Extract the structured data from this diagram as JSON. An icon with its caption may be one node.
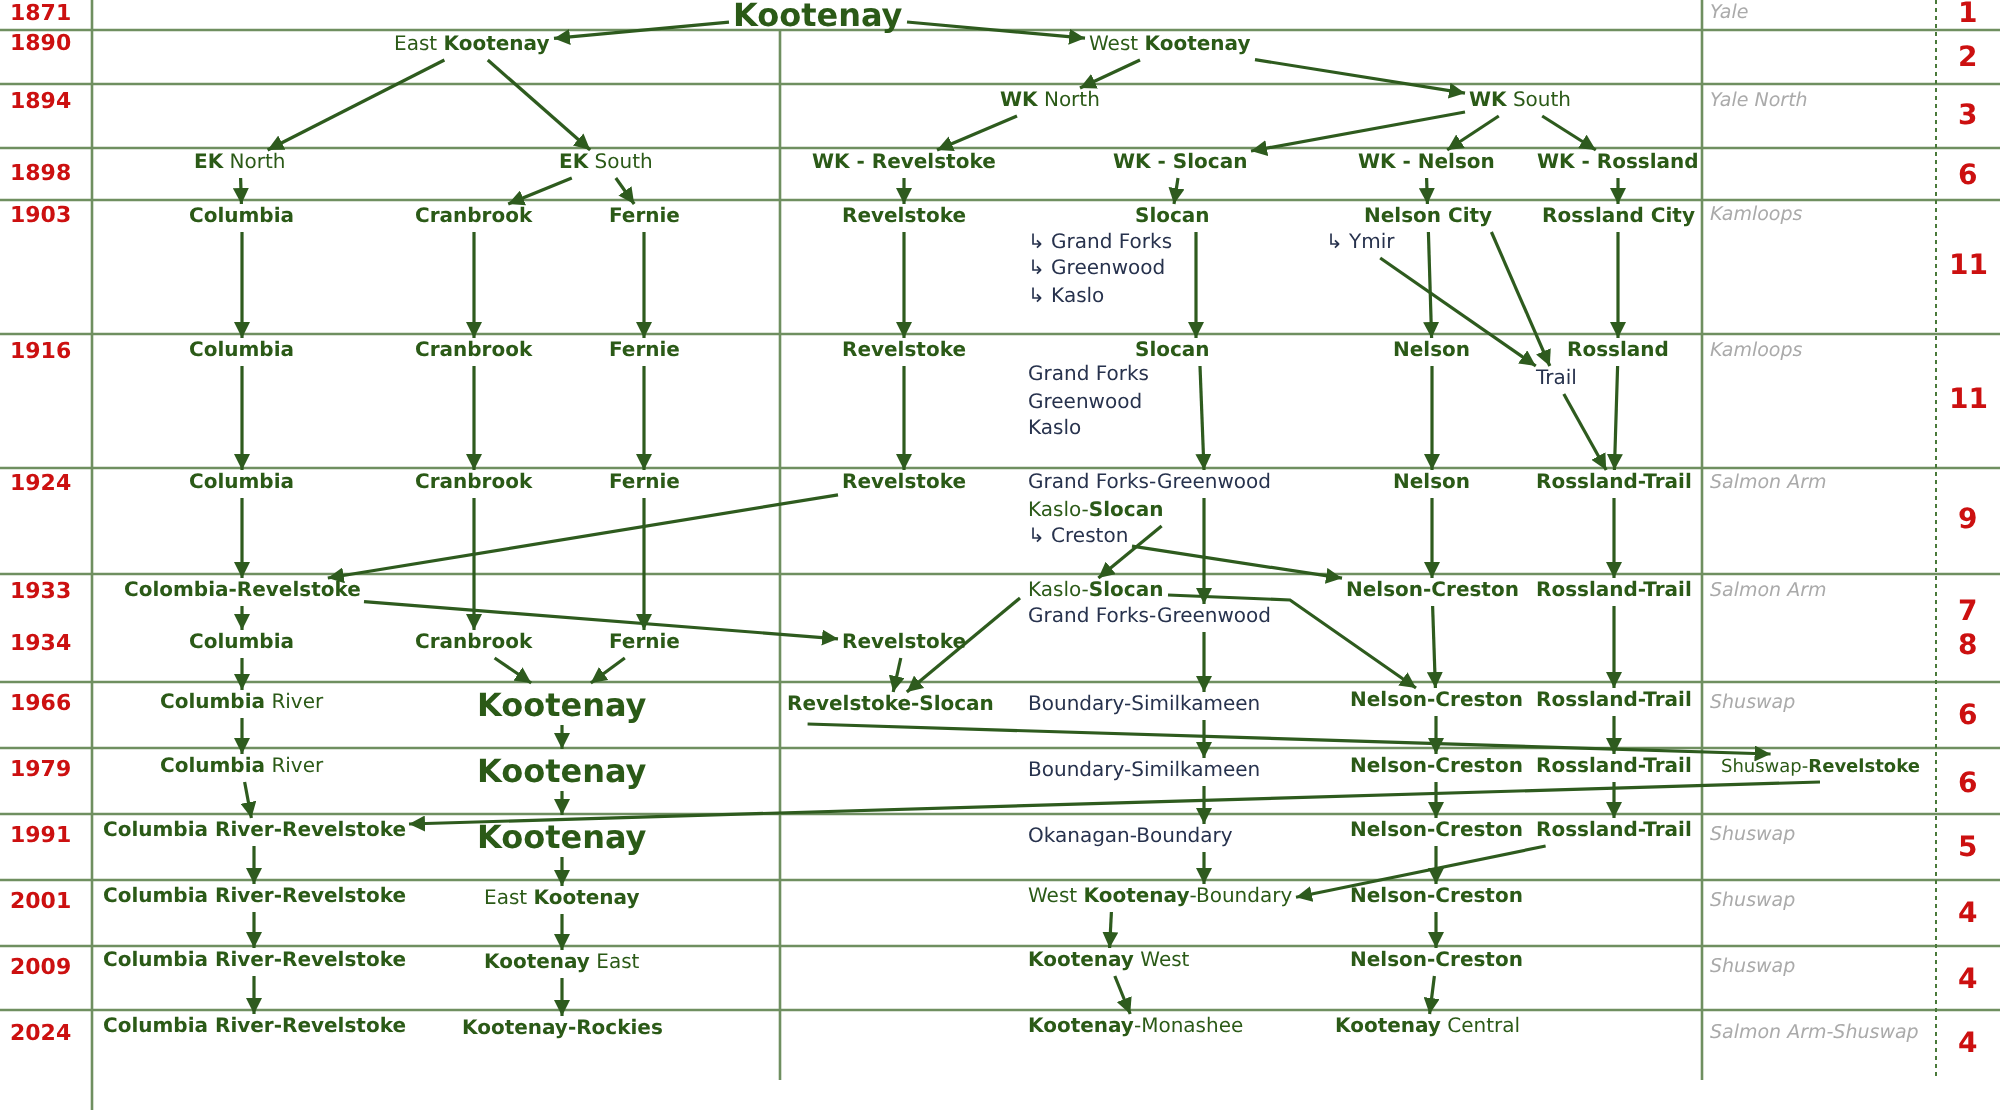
{
  "diagram": {
    "nodes": [
      {
        "text": [
          "Kootenay"
        ]
      },
      {
        "text": [
          "East **Kootenay**"
        ]
      },
      {
        "text": [
          "West **Kootenay**"
        ]
      },
      {
        "text": [
          "**WK** North"
        ]
      },
      {
        "text": [
          "**WK** South"
        ]
      },
      {
        "text": [
          "**EK** North"
        ]
      },
      {
        "text": [
          "**EK** South"
        ]
      },
      {
        "text": [
          "WK - Revelstoke"
        ]
      },
      {
        "text": [
          "WK - Slocan"
        ]
      },
      {
        "text": [
          "WK - Nelson"
        ]
      },
      {
        "text": [
          "WK - Rossland"
        ]
      },
      {
        "text": [
          "Columbia"
        ]
      },
      {
        "text": [
          "Cranbrook"
        ]
      },
      {
        "text": [
          "Fernie"
        ]
      },
      {
        "text": [
          "Revelstoke"
        ]
      },
      {
        "text": [
          "Slocan"
        ]
      },
      {
        "text": [
          "Nelson City"
        ]
      },
      {
        "text": [
          "↳ Ymir"
        ]
      },
      {
        "text": [
          "Rossland City"
        ]
      },
      {
        "text": [
          "Columbia"
        ]
      },
      {
        "text": [
          "Cranbrook"
        ]
      },
      {
        "text": [
          "Fernie"
        ]
      },
      {
        "text": [
          "Revelstoke"
        ]
      },
      {
        "text": [
          "Slocan"
        ]
      },
      {
        "text": [
          "Nelson"
        ]
      },
      {
        "text": [
          "Trail"
        ]
      },
      {
        "text": [
          "Rossland"
        ]
      },
      {
        "text": [
          "Columbia"
        ]
      },
      {
        "text": [
          "Cranbrook"
        ]
      },
      {
        "text": [
          "Fernie"
        ]
      },
      {
        "text": [
          "Revelstoke"
        ]
      },
      {
        "text": [
          "Grand Forks-Greenwood"
        ]
      },
      {
        "text": [
          "Kaslo-**Slocan**"
        ]
      },
      {
        "text": [
          "↳ Creston"
        ]
      },
      {
        "text": [
          "Nelson"
        ]
      },
      {
        "text": [
          "Rossland-Trail"
        ]
      },
      {
        "text": [
          "Colombia-Revelstoke"
        ]
      },
      {
        "text": [
          "Kaslo-**Slocan**"
        ]
      },
      {
        "text": [
          "Nelson-Creston"
        ]
      },
      {
        "text": [
          "Rossland-Trail"
        ]
      },
      {
        "text": [
          "Grand Forks-Greenwood"
        ]
      },
      {
        "text": [
          "Columbia"
        ]
      },
      {
        "text": [
          "Cranbrook"
        ]
      },
      {
        "text": [
          "Fernie"
        ]
      },
      {
        "text": [
          "Revelstoke"
        ]
      },
      {
        "text": [
          "**Columbia** River"
        ]
      },
      {
        "text": [
          "Kootenay"
        ]
      },
      {
        "text": [
          "Revelstoke-Slocan"
        ]
      },
      {
        "text": [
          "Boundary-Similkameen"
        ]
      },
      {
        "text": [
          "Nelson-Creston"
        ]
      },
      {
        "text": [
          "Rossland-Trail"
        ]
      },
      {
        "text": [
          "**Columbia** River"
        ]
      },
      {
        "text": [
          "Kootenay"
        ]
      },
      {
        "text": [
          "Boundary-Similkameen"
        ]
      },
      {
        "text": [
          "Nelson-Creston"
        ]
      },
      {
        "text": [
          "Rossland-Trail"
        ]
      },
      {
        "text": [
          "Shuswap-**Revelstoke**"
        ]
      },
      {
        "text": [
          "Columbia River-Revelstoke"
        ]
      },
      {
        "text": [
          "Kootenay"
        ]
      },
      {
        "text": [
          "Okanagan-Boundary"
        ]
      },
      {
        "text": [
          "Nelson-Creston"
        ]
      },
      {
        "text": [
          "Rossland-Trail"
        ]
      },
      {
        "text": [
          "Columbia River-Revelstoke"
        ]
      },
      {
        "text": [
          "East **Kootenay**"
        ]
      },
      {
        "text": [
          "West **Kootenay**-Boundary"
        ]
      },
      {
        "text": [
          "Nelson-Creston"
        ]
      },
      {
        "text": [
          "Columbia River-Revelstoke"
        ]
      },
      {
        "text": [
          "**Kootenay** East"
        ]
      },
      {
        "text": [
          "**Kootenay** West"
        ]
      },
      {
        "text": [
          "Nelson-Creston"
        ]
      },
      {
        "text": [
          "Columbia River-Revelstoke"
        ]
      },
      {
        "text": [
          "Kootenay-Rockies"
        ]
      },
      {
        "text": [
          "**Kootenay**-Monashee"
        ]
      },
      {
        "text": [
          "**Kootenay** Central"
        ]
      }
    ],
    "edges": [
      {
        "from": 0,
        "to": 1,
        "arrow": "to"
      },
      {
        "from": 0,
        "to": 2,
        "arrow": "to"
      },
      {
        "from": 1,
        "to": 5,
        "arrow": "to"
      },
      {
        "from": 1,
        "to": 6,
        "arrow": "to"
      },
      {
        "from": 2,
        "to": 3,
        "arrow": "to"
      },
      {
        "from": 2,
        "to": 4,
        "arrow": "to"
      },
      {
        "from": 3,
        "to": 7,
        "arrow": "to"
      },
      {
        "from": 4,
        "to": 8,
        "arrow": "to"
      },
      {
        "from": 4,
        "to": 9,
        "arrow": "to"
      },
      {
        "from": 4,
        "to": 10,
        "arrow": "to"
      },
      {
        "from": 5,
        "to": 11,
        "arrow": "to"
      },
      {
        "from": 6,
        "to": 12,
        "arrow": "to"
      },
      {
        "from": 6,
        "to": 13,
        "arrow": "to"
      },
      {
        "from": 7,
        "to": 14,
        "arrow": "to"
      },
      {
        "from": 8,
        "to": 15,
        "arrow": "to"
      },
      {
        "from": 9,
        "to": 16,
        "arrow": "to"
      },
      {
        "from": 10,
        "to": 18,
        "arrow": "to"
      },
      {
        "from": 11,
        "to": 19,
        "arrow": "to"
      },
      {
        "from": 12,
        "to": 20,
        "arrow": "to"
      },
      {
        "from": 13,
        "to": 21,
        "arrow": "to"
      },
      {
        "from": 14,
        "to": 22,
        "arrow": "to"
      },
      {
        "from": 15,
        "to": 23,
        "arrow": "to"
      },
      {
        "from": 16,
        "to": 24,
        "arrow": "to"
      },
      {
        "from": 16,
        "to": 25,
        "arrow": "to"
      },
      {
        "from": 17,
        "to": 25,
        "arrow": "to"
      },
      {
        "from": 18,
        "to": 26,
        "arrow": "to"
      },
      {
        "from": 19,
        "to": 27,
        "arrow": "to"
      },
      {
        "from": 20,
        "to": 28,
        "arrow": "to"
      },
      {
        "from": 21,
        "to": 29,
        "arrow": "to"
      },
      {
        "from": 22,
        "to": 30,
        "arrow": "to"
      },
      {
        "from": 23,
        "to": 31,
        "arrow": "to"
      },
      {
        "from": 24,
        "to": 34,
        "arrow": "to"
      },
      {
        "from": 26,
        "to": 35,
        "arrow": "to"
      },
      {
        "from": 25,
        "to": 35,
        "arrow": "to"
      },
      {
        "from": 27,
        "to": 36,
        "arrow": "to"
      },
      {
        "from": 30,
        "to": 36,
        "arrow": "to"
      },
      {
        "from": 28,
        "to": 42,
        "arrow": "to"
      },
      {
        "from": 29,
        "to": 43,
        "arrow": "to"
      },
      {
        "from": 31,
        "to": 40,
        "arrow": "to"
      },
      {
        "from": 32,
        "to": 37,
        "arrow": "to"
      },
      {
        "from": 33,
        "to": 38,
        "arrow": "to"
      },
      {
        "from": 34,
        "to": 38,
        "arrow": "to"
      },
      {
        "from": 35,
        "to": 39,
        "arrow": "to"
      },
      {
        "from": 36,
        "to": 41,
        "arrow": "to"
      },
      {
        "from": 36,
        "to": 44,
        "arrow": "to"
      },
      {
        "from": 41,
        "to": 45,
        "arrow": "to"
      },
      {
        "from": 42,
        "to": 46,
        "arrow": "to"
      },
      {
        "from": 43,
        "to": 46,
        "arrow": "to"
      },
      {
        "from": 44,
        "to": 47,
        "arrow": "to"
      },
      {
        "from": 37,
        "to": 47,
        "arrow": "to"
      },
      {
        "from": 37,
        "to": 49,
        "arrow": "to"
      },
      {
        "from": 40,
        "to": 48,
        "arrow": "to"
      },
      {
        "from": 38,
        "to": 49,
        "arrow": "to"
      },
      {
        "from": 39,
        "to": 50,
        "arrow": "to"
      },
      {
        "from": 45,
        "to": 51,
        "arrow": "to"
      },
      {
        "from": 46,
        "to": 52,
        "arrow": "to"
      },
      {
        "from": 47,
        "to": 56,
        "arrow": "to"
      },
      {
        "from": 48,
        "to": 53,
        "arrow": "to"
      },
      {
        "from": 49,
        "to": 54,
        "arrow": "to"
      },
      {
        "from": 50,
        "to": 55,
        "arrow": "to"
      },
      {
        "from": 51,
        "to": 57,
        "arrow": "to"
      },
      {
        "from": 56,
        "to": 57,
        "arrow": "to"
      },
      {
        "from": 52,
        "to": 58,
        "arrow": "to"
      },
      {
        "from": 53,
        "to": 59,
        "arrow": "to"
      },
      {
        "from": 54,
        "to": 60,
        "arrow": "to"
      },
      {
        "from": 55,
        "to": 61,
        "arrow": "to"
      },
      {
        "from": 57,
        "to": 62,
        "arrow": "to"
      },
      {
        "from": 58,
        "to": 63,
        "arrow": "to"
      },
      {
        "from": 59,
        "to": 64,
        "arrow": "to"
      },
      {
        "from": 61,
        "to": 64,
        "arrow": "to"
      },
      {
        "from": 60,
        "to": 65,
        "arrow": "to"
      },
      {
        "from": 62,
        "to": 66,
        "arrow": "to"
      },
      {
        "from": 63,
        "to": 67,
        "arrow": "to"
      },
      {
        "from": 64,
        "to": 68,
        "arrow": "to"
      },
      {
        "from": 65,
        "to": 69,
        "arrow": "to"
      },
      {
        "from": 66,
        "to": 70,
        "arrow": "to"
      },
      {
        "from": 67,
        "to": 71,
        "arrow": "to"
      },
      {
        "from": 68,
        "to": 72,
        "arrow": "to"
      },
      {
        "from": 69,
        "to": 73,
        "arrow": "to"
      }
    ],
    "labels": [
      "1871",
      "Yale",
      "1",
      "1890",
      "2",
      "1894",
      "Yale North",
      "3",
      "1898",
      "6",
      "1903",
      "Kamloops",
      "11",
      "↳ Grand Forks",
      "↳ Greenwood",
      "↳ Kaslo",
      "1916",
      "Kamloops",
      "11",
      "Grand Forks",
      "Greenwood",
      "Kaslo",
      "1924",
      "Salmon Arm",
      "9",
      "1933",
      "Salmon Arm",
      "7",
      "1934",
      "8",
      "1966",
      "Shuswap",
      "6",
      "1979",
      "6",
      "1991",
      "Shuswap",
      "5",
      "2001",
      "Shuswap",
      "4",
      "2009",
      "Shuswap",
      "4",
      "2024",
      "Salmon Arm-Shuswap",
      "4"
    ]
  }
}
